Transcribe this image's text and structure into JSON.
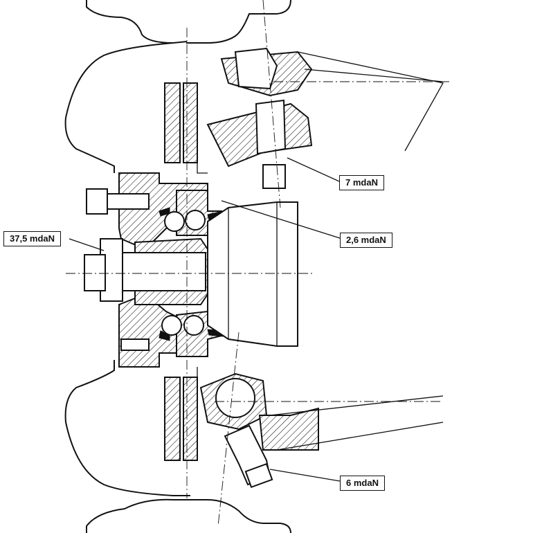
{
  "torque_labels": [
    {
      "text": "37,5 mdaN"
    },
    {
      "text": "7 mdaN"
    },
    {
      "text": "2,6 mdaN"
    },
    {
      "text": "6 mdaN"
    }
  ]
}
